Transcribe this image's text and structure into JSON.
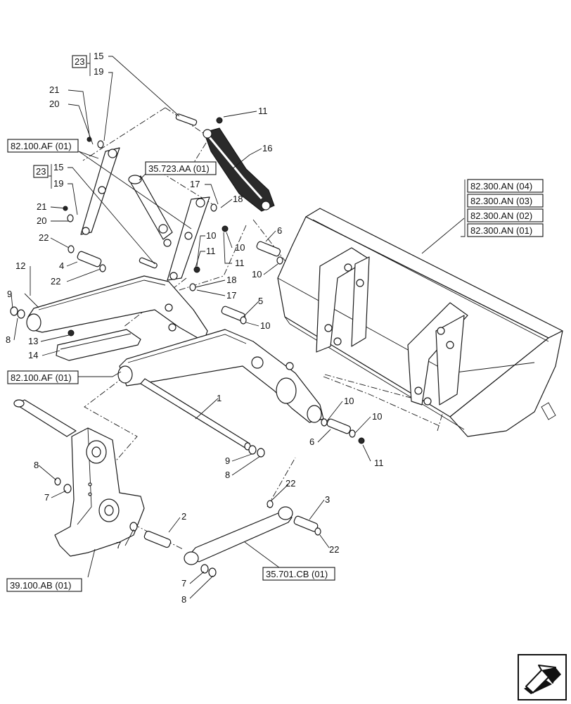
{
  "diagram": {
    "part_numbers": {
      "p1": "1",
      "p2": "2",
      "p3": "3",
      "p4": "4",
      "p5": "5",
      "p6": "6",
      "p7": "7",
      "p8": "8",
      "p9": "9",
      "p10": "10",
      "p11": "11",
      "p12": "12",
      "p13": "13",
      "p14": "14",
      "p15": "15",
      "p16": "16",
      "p17": "17",
      "p18": "18",
      "p19": "19",
      "p20": "20",
      "p21": "21",
      "p22": "22",
      "p23": "23"
    },
    "references": {
      "arm_upper": "82.100.AF (01)",
      "arm_lower": "82.100.AF (01)",
      "cylinder_upper": "35.723.AA (01)",
      "cylinder_lower": "35.701.CB (01)",
      "frame": "39.100.AB (01)",
      "bucket_1": "82.300.AN (04)",
      "bucket_2": "82.300.AN (03)",
      "bucket_3": "82.300.AN (02)",
      "bucket_4": "82.300.AN (01)"
    }
  }
}
